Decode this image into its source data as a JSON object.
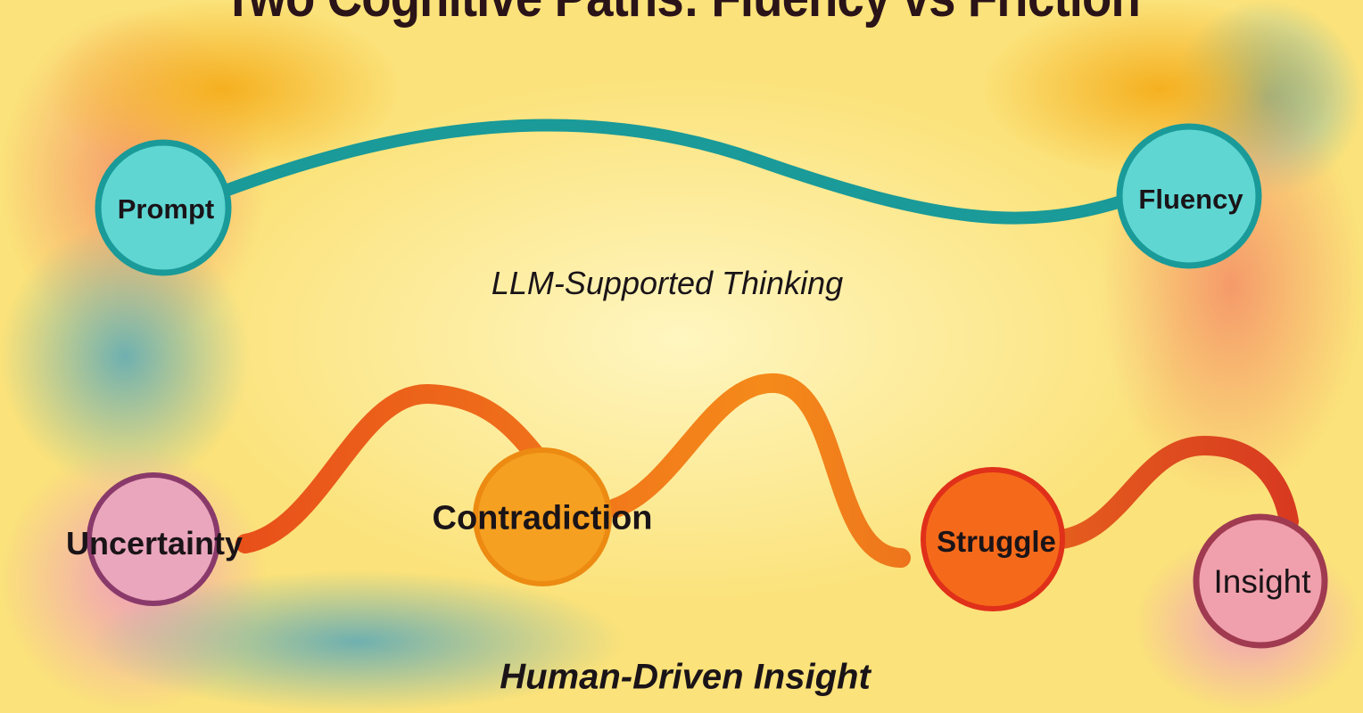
{
  "title": "Two Cognitive Paths: Fluency vs Friction",
  "top_path": {
    "caption": "LLM-Supported Thinking",
    "nodes": [
      {
        "label": "Prompt"
      },
      {
        "label": "Fluency"
      }
    ],
    "color": "#1a9a98"
  },
  "bottom_path": {
    "caption": "Human-Driven Insight",
    "nodes": [
      {
        "label": "Uncertainty"
      },
      {
        "label": "Contradiction"
      },
      {
        "label": "Struggle"
      },
      {
        "label": "Insight"
      }
    ],
    "color": "#f06a1a"
  }
}
